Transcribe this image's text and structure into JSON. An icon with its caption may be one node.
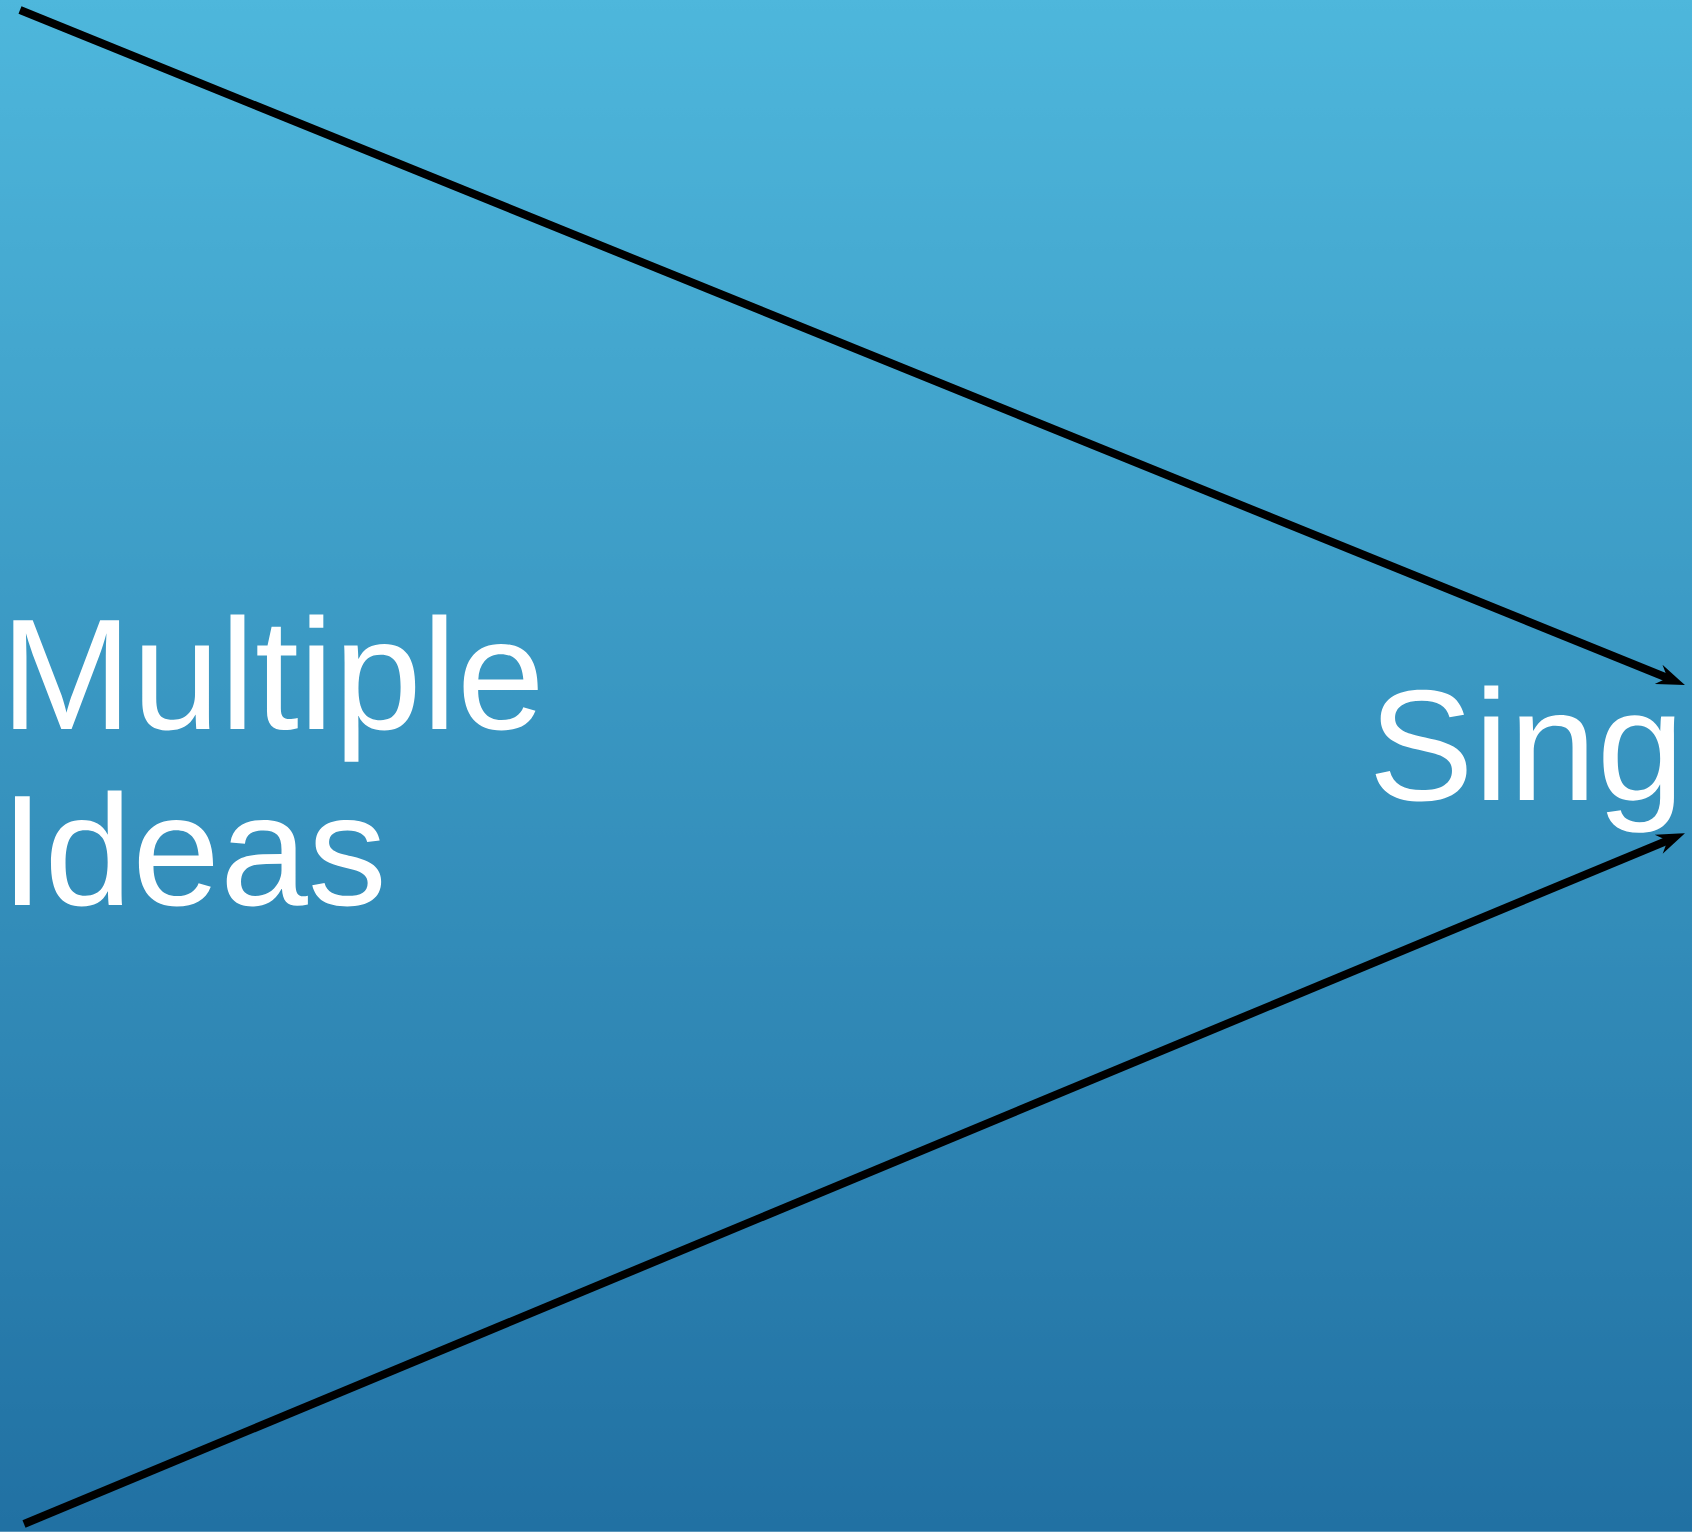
{
  "diagram": {
    "nodes": [
      {
        "text": [
          "Multiple Ideas"
        ]
      },
      {
        "text": [
          "Sing"
        ]
      }
    ],
    "edges": [
      {
        "from": null,
        "to": 1,
        "arrow": "to"
      },
      {
        "from": null,
        "to": 1,
        "arrow": "to"
      }
    ]
  }
}
